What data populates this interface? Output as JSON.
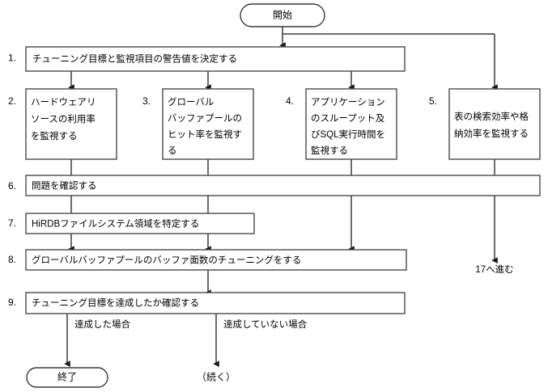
{
  "diagram": {
    "title": "HiRDB tuning procedure flowchart",
    "colors": {
      "background": "#ffffff",
      "box_stroke": "#4a4a4a",
      "line": "#3a3a3a",
      "text": "#000000"
    },
    "start_node": {
      "label": "開始"
    },
    "end_node": {
      "label": "終了"
    },
    "continue_node": {
      "label": "（続く）"
    },
    "goto_note": {
      "label": "17へ進む"
    },
    "steps": [
      {
        "number": "1.",
        "text": "チューニング目標と監視項目の警告値を決定する"
      },
      {
        "number": "2.",
        "lines": [
          "ハードウェアリ",
          "ソースの利用率",
          "を監視する"
        ]
      },
      {
        "number": "3.",
        "lines": [
          "グローバル",
          "バッファプールの",
          "ヒット率を監視す",
          "る"
        ]
      },
      {
        "number": "4.",
        "lines": [
          "アプリケーション",
          "のスループット及",
          "びSQL実行時間を",
          "監視する"
        ]
      },
      {
        "number": "5.",
        "lines": [
          "表の検索効率や格",
          "納効率を監視する"
        ]
      },
      {
        "number": "6.",
        "text": "問題を確認する"
      },
      {
        "number": "7.",
        "text": "HiRDBファイルシステム領域を特定する"
      },
      {
        "number": "8.",
        "text": "グローバルバッファプールのバッファ面数のチューニングをする"
      },
      {
        "number": "9.",
        "text": "チューニング目標を達成したか確認する"
      }
    ],
    "edge_labels": {
      "achieved": "達成した場合",
      "not_achieved": "達成していない場合"
    }
  }
}
